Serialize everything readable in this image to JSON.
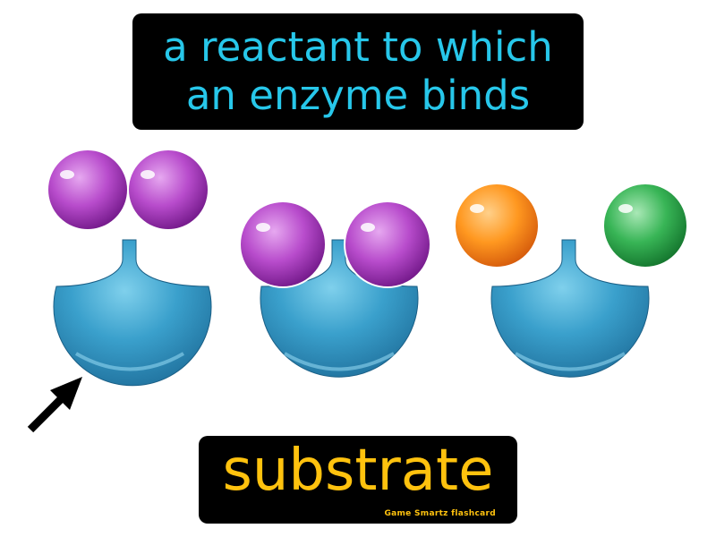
{
  "definition": {
    "line1": "a reactant to which",
    "line2": "an enzyme binds"
  },
  "term": "substrate",
  "brand": "Game Smartz flashcard",
  "colors": {
    "definition_text": "#27c7ea",
    "term_text": "#ffc20e",
    "enzyme": "#2b8fb8",
    "substrate_purple": "#9a2bb0",
    "orange": "#f2800e",
    "green": "#1f9c3a"
  }
}
